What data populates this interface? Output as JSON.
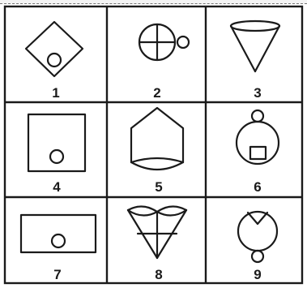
{
  "puzzle": {
    "cells": [
      {
        "label": "1",
        "figure": "diamond with small circle inside near bottom"
      },
      {
        "label": "2",
        "figure": "circle divided by a cross with a small circle attached at right"
      },
      {
        "label": "3",
        "figure": "inverted cone"
      },
      {
        "label": "4",
        "figure": "square with small circle inside near bottom"
      },
      {
        "label": "5",
        "figure": "house-like pentagon with curved base"
      },
      {
        "label": "6",
        "figure": "circle with small circle on top and small square inside"
      },
      {
        "label": "7",
        "figure": "rectangle with small circle inside"
      },
      {
        "label": "8",
        "figure": "two overlapping inverted cones"
      },
      {
        "label": "9",
        "figure": "circle with a notch at top and a small circle at bottom"
      }
    ]
  }
}
